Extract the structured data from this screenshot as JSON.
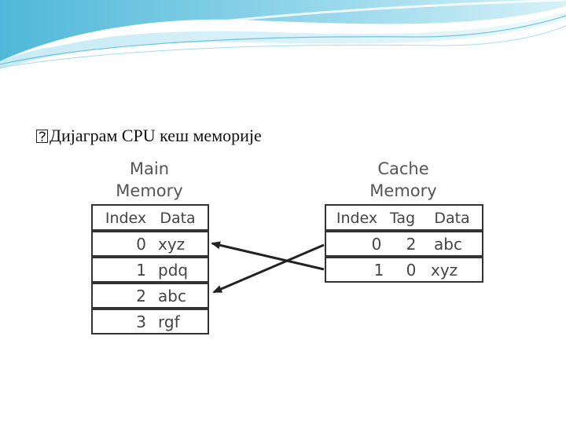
{
  "slide": {
    "bullet_text": "Дијаграм CPU кеш меморије"
  },
  "main_memory": {
    "title_line1": "Main",
    "title_line2": "Memory",
    "headers": [
      "Index",
      "Data"
    ],
    "rows": [
      {
        "index": "0",
        "data": "xyz"
      },
      {
        "index": "1",
        "data": "pdq"
      },
      {
        "index": "2",
        "data": "abc"
      },
      {
        "index": "3",
        "data": "rgf"
      }
    ]
  },
  "cache_memory": {
    "title_line1": "Cache",
    "title_line2": "Memory",
    "headers": [
      "Index",
      "Tag",
      "Data"
    ],
    "rows": [
      {
        "index": "0",
        "tag": "2",
        "data": "abc"
      },
      {
        "index": "1",
        "tag": "0",
        "data": "xyz"
      }
    ]
  },
  "arrows": [
    {
      "from": "cache-row-1",
      "to": "main-row-0"
    },
    {
      "from": "cache-row-0",
      "to": "main-row-2"
    }
  ],
  "colors": {
    "wave_light": "#d8f1f8",
    "wave_mid": "#8fd3e8",
    "wave_dark": "#3fb0d2",
    "table_border": "#333333"
  }
}
